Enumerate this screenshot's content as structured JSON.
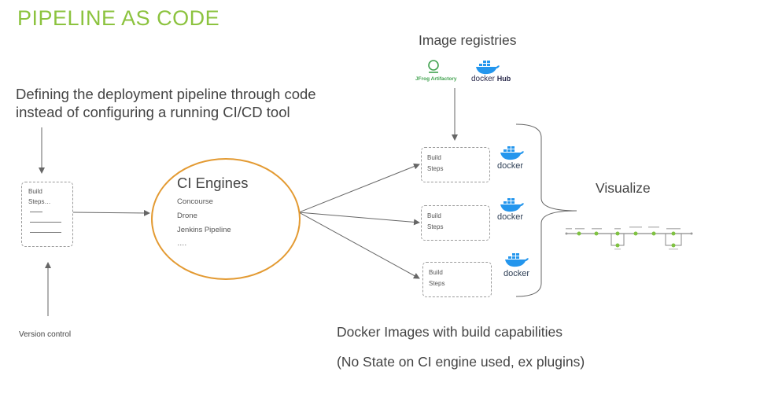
{
  "title": "PIPELINE AS CODE",
  "intro": {
    "line1": "Defining the deployment pipeline through code",
    "line2": "instead of configuring a running CI/CD tool"
  },
  "source_card": {
    "line1": "Build",
    "line2": "Steps…"
  },
  "version_control": "Version control",
  "ci_engines": {
    "title": "CI Engines",
    "items": [
      "Concourse",
      "Drone",
      "Jenkins Pipeline",
      "…."
    ]
  },
  "image_registries": {
    "title": "Image registries",
    "jfrog_label": "JFrog Artifactory",
    "hub_label": "docker",
    "hub_suffix": "Hub"
  },
  "build_cards": [
    {
      "line1": "Build",
      "line2": "Steps",
      "logo_text": "docker"
    },
    {
      "line1": "Build",
      "line2": "Steps",
      "logo_text": "docker"
    },
    {
      "line1": "Build",
      "line2": "Steps",
      "logo_text": "docker"
    }
  ],
  "visualize": "Visualize",
  "footer": {
    "line1": "Docker Images with build capabilities",
    "line2": "(No State on CI engine used, ex plugins)"
  },
  "colors": {
    "title_green": "#8cc33f",
    "engine_orange": "#e39a32",
    "docker_blue": "#2496ed",
    "pipeline_green": "#7fc241"
  }
}
